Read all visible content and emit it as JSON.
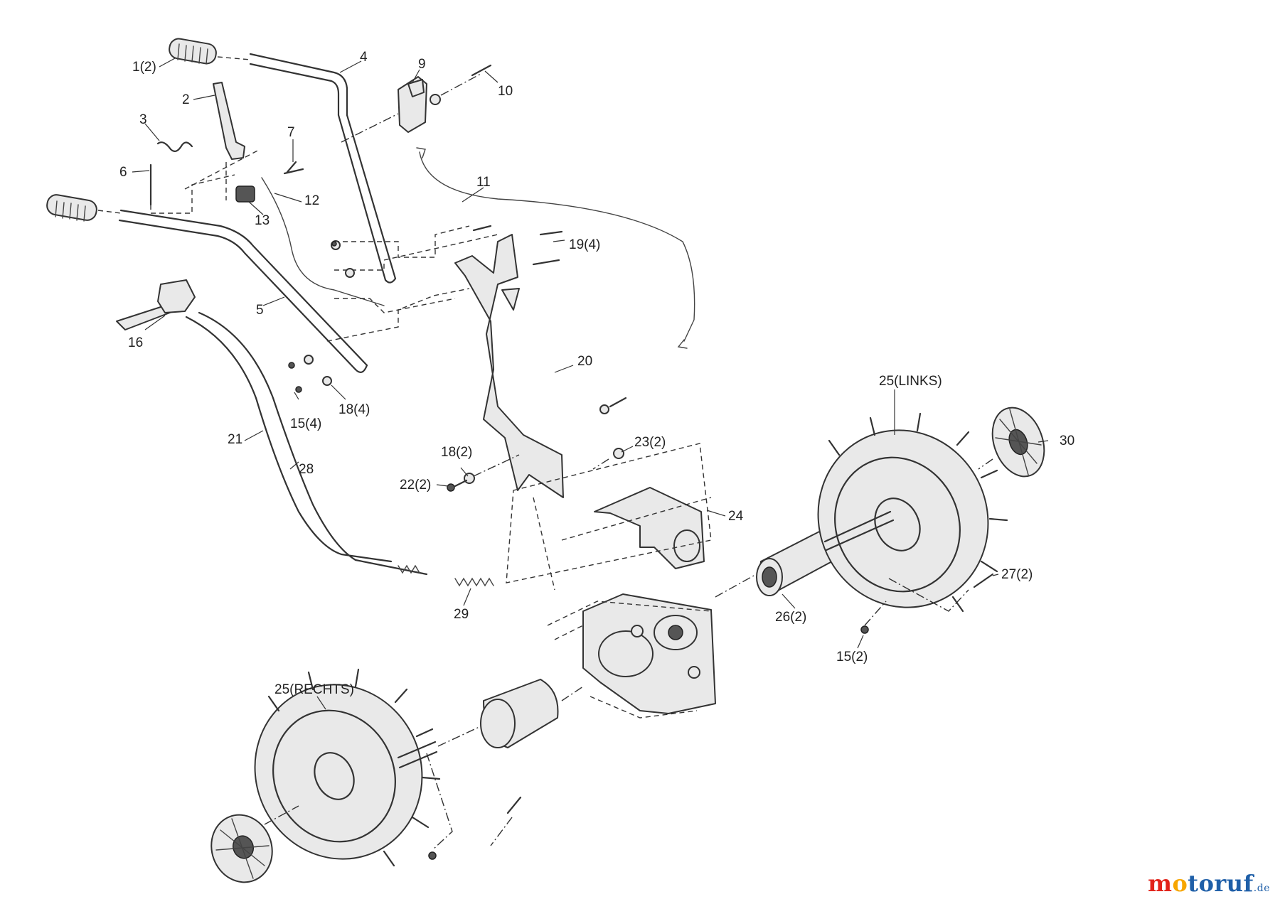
{
  "diagram": {
    "part_labels": {
      "p1": "1(2)",
      "p2": "2",
      "p3": "3",
      "p4": "4",
      "p5": "5",
      "p6": "6",
      "p7": "7",
      "p9": "9",
      "p10": "10",
      "p11": "11",
      "p12": "12",
      "p13": "13",
      "p15a": "15(4)",
      "p15b": "15(2)",
      "p16": "16",
      "p18a": "18(4)",
      "p18b": "18(2)",
      "p19": "19(4)",
      "p20": "20",
      "p21": "21",
      "p22": "22(2)",
      "p23": "23(2)",
      "p24": "24",
      "p25l": "25(LINKS)",
      "p25r": "25(RECHTS)",
      "p26": "26(2)",
      "p27": "27(2)",
      "p28": "28",
      "p29": "29",
      "p30": "30"
    }
  },
  "watermark": {
    "text_a": "mot",
    "text_b": "oruf",
    "suffix": ".de",
    "colors": [
      "#e2231a",
      "#f7a600",
      "#1f5fa8",
      "#2e9e3f"
    ]
  }
}
